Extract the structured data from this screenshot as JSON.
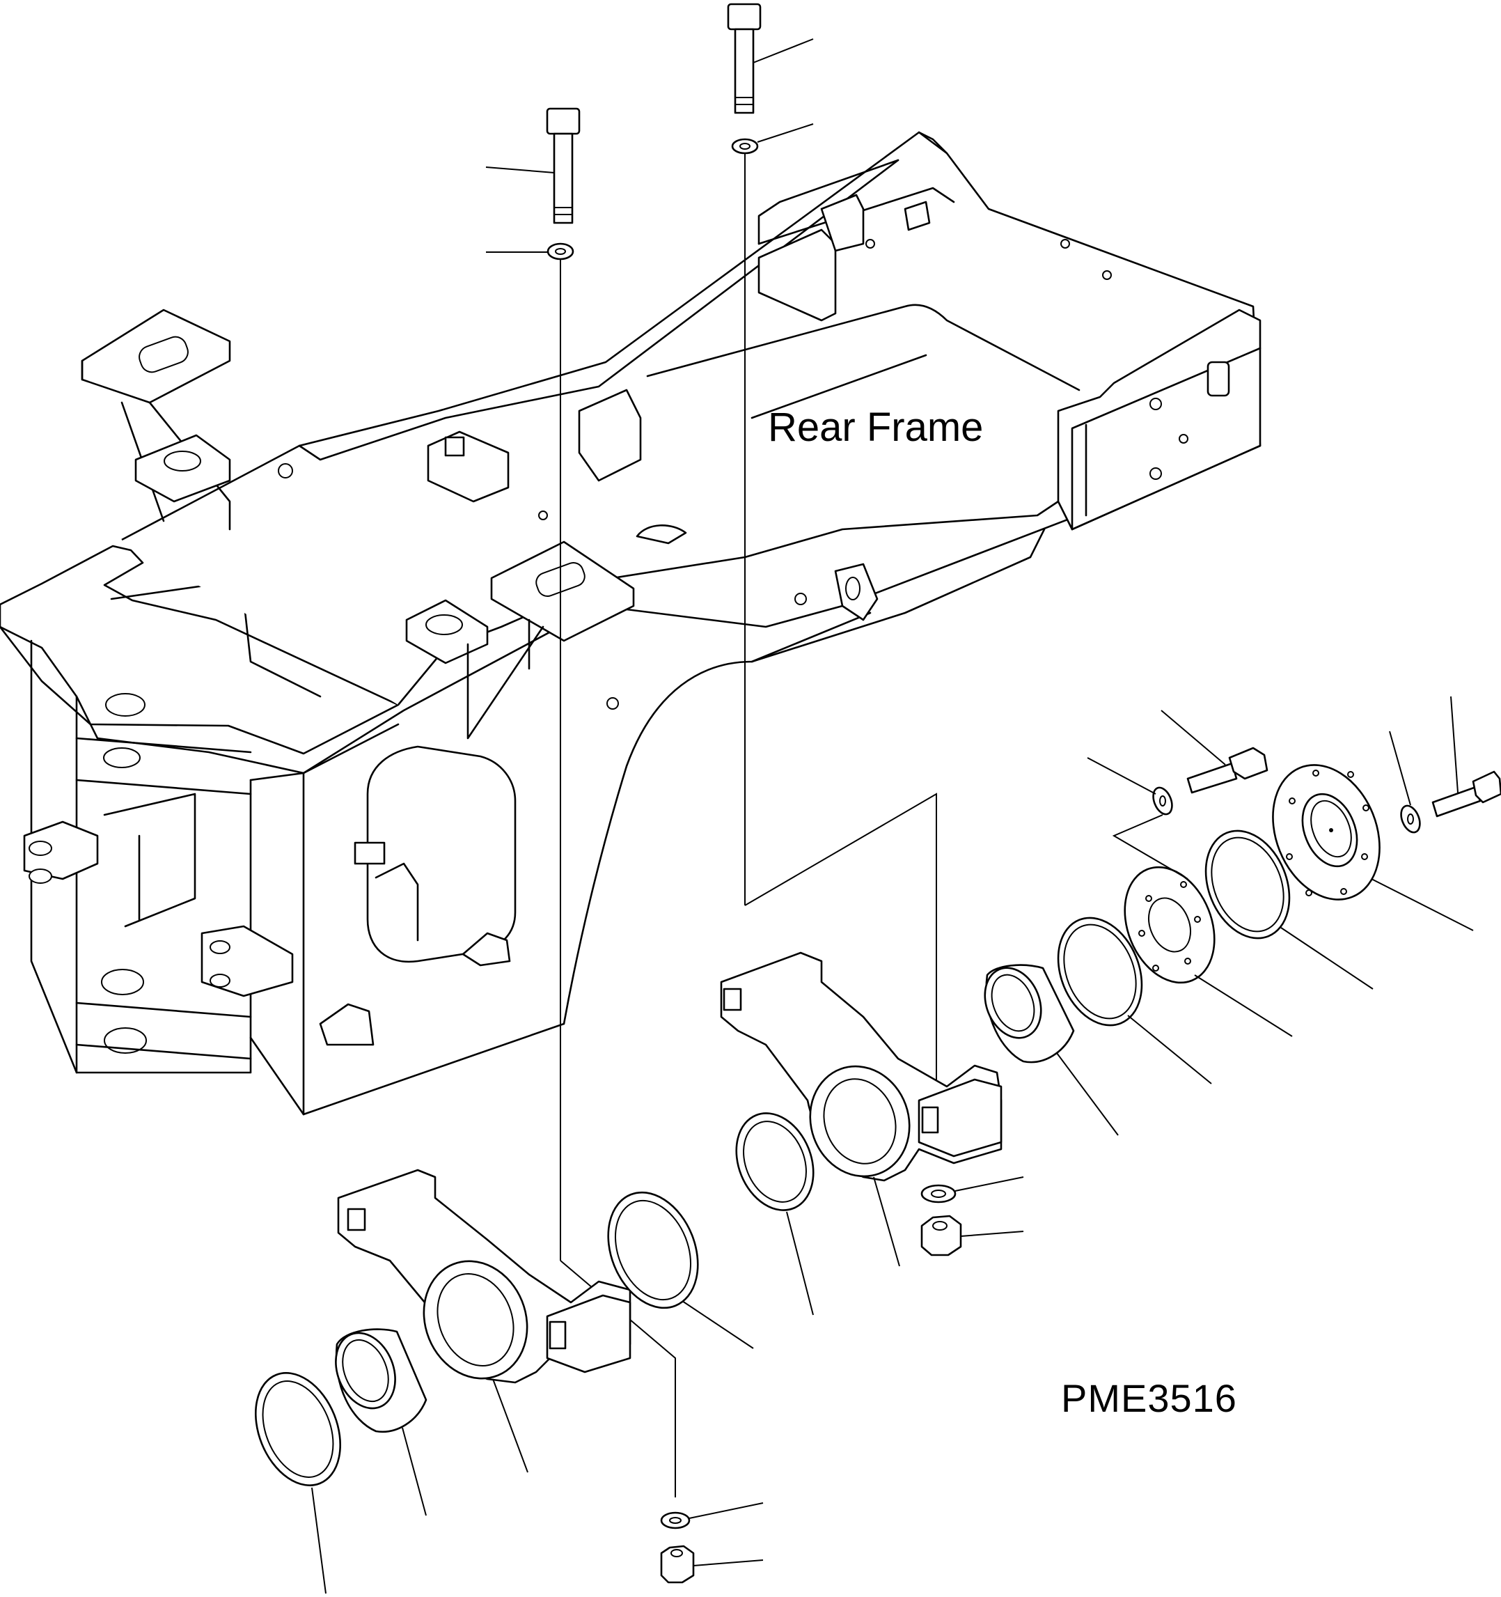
{
  "diagram": {
    "frame_label": "Rear Frame",
    "drawing_code": "PME3516",
    "line_color": "#000000",
    "background_color": "#ffffff",
    "parts": [
      {
        "name": "rear-frame",
        "icon": "frame-icon"
      },
      {
        "name": "bolt-upper-right",
        "icon": "bolt-icon"
      },
      {
        "name": "bolt-upper-left",
        "icon": "bolt-icon"
      },
      {
        "name": "washer",
        "icon": "washer-icon"
      },
      {
        "name": "axle-support-rear",
        "icon": "bracket-icon"
      },
      {
        "name": "axle-support-front",
        "icon": "bracket-icon"
      },
      {
        "name": "bushing",
        "icon": "bushing-icon"
      },
      {
        "name": "seal-ring",
        "icon": "ring-icon"
      },
      {
        "name": "thrust-plate",
        "icon": "plate-icon"
      },
      {
        "name": "cover-plate",
        "icon": "cover-icon"
      },
      {
        "name": "nut",
        "icon": "nut-icon"
      }
    ]
  }
}
